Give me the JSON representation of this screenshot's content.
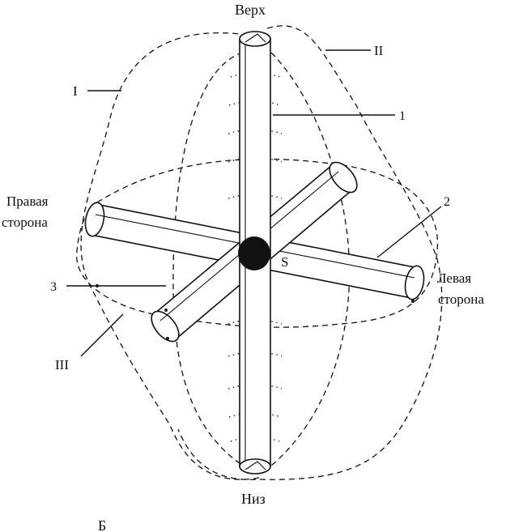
{
  "labels": {
    "top": "Верх",
    "bottom": "Низ",
    "right_side_line1": "Правая",
    "right_side_line2": "сторона",
    "left_side_line1": "Левая",
    "left_side_line2": "сторона",
    "center": "S",
    "roman_1": "I",
    "roman_2": "II",
    "roman_3": "III",
    "num_1": "1",
    "num_2": "2",
    "num_3": "3",
    "panel": "Б"
  }
}
